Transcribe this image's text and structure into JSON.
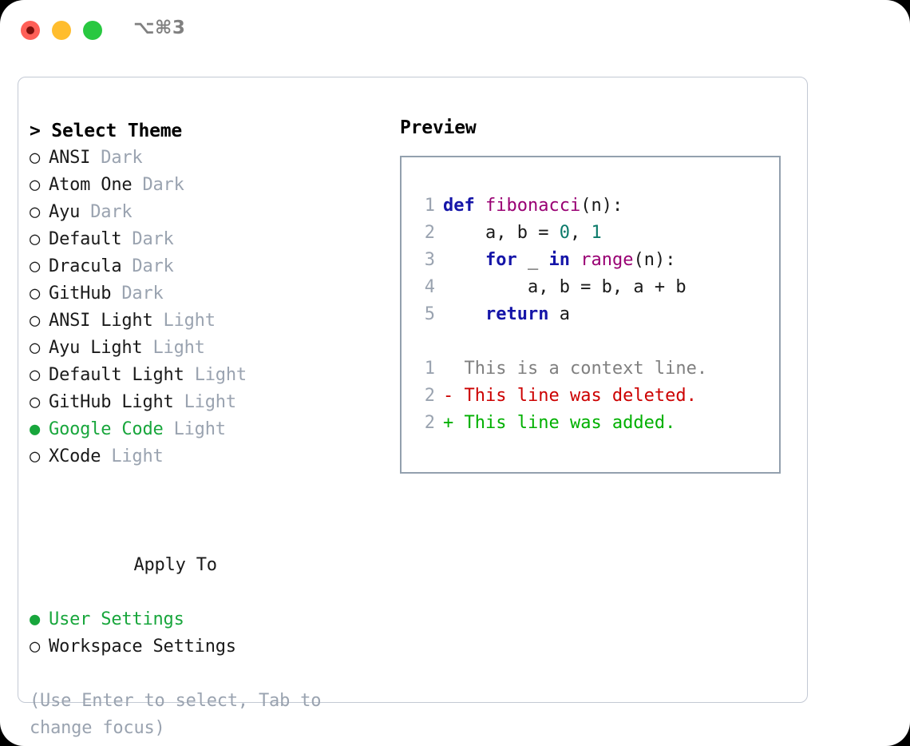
{
  "titlebar": {
    "shortcut": "⌥⌘3",
    "lights": [
      {
        "name": "close",
        "color": "#ff5f57"
      },
      {
        "name": "minimize",
        "color": "#ffbd2e"
      },
      {
        "name": "maximize",
        "color": "#28c840"
      }
    ]
  },
  "theme_picker": {
    "heading": "> Select Theme",
    "marker_selected": "●",
    "marker_unselected": "○",
    "accent_color": "#18a63c",
    "muted_color": "#9aa3b0",
    "options": [
      {
        "label": "ANSI",
        "variant": "Dark",
        "selected": false
      },
      {
        "label": "Atom One",
        "variant": "Dark",
        "selected": false
      },
      {
        "label": "Ayu",
        "variant": "Dark",
        "selected": false
      },
      {
        "label": "Default",
        "variant": "Dark",
        "selected": false
      },
      {
        "label": "Dracula",
        "variant": "Dark",
        "selected": false
      },
      {
        "label": "GitHub",
        "variant": "Dark",
        "selected": false
      },
      {
        "label": "ANSI Light",
        "variant": "Light",
        "selected": false
      },
      {
        "label": "Ayu Light",
        "variant": "Light",
        "selected": false
      },
      {
        "label": "Default Light",
        "variant": "Light",
        "selected": false
      },
      {
        "label": "GitHub Light",
        "variant": "Light",
        "selected": false
      },
      {
        "label": "Google Code",
        "variant": "Light",
        "selected": true
      },
      {
        "label": "XCode",
        "variant": "Light",
        "selected": false
      }
    ]
  },
  "apply_to": {
    "heading": "Apply To",
    "options": [
      {
        "label": "User Settings",
        "selected": true
      },
      {
        "label": "Workspace Settings",
        "selected": false
      }
    ]
  },
  "hint": "(Use Enter to select, Tab to change focus)",
  "preview": {
    "heading": "Preview",
    "code_lines": [
      {
        "number": "1",
        "tokens": [
          {
            "text": "def ",
            "kind": "kw"
          },
          {
            "text": "fibonacci",
            "kind": "fn"
          },
          {
            "text": "(n):",
            "kind": "plain"
          }
        ]
      },
      {
        "number": "2",
        "tokens": [
          {
            "text": "    a, b = ",
            "kind": "plain"
          },
          {
            "text": "0",
            "kind": "num"
          },
          {
            "text": ", ",
            "kind": "plain"
          },
          {
            "text": "1",
            "kind": "num"
          }
        ]
      },
      {
        "number": "3",
        "tokens": [
          {
            "text": "    ",
            "kind": "plain"
          },
          {
            "text": "for",
            "kind": "kw"
          },
          {
            "text": " _ ",
            "kind": "plain"
          },
          {
            "text": "in",
            "kind": "kw"
          },
          {
            "text": " ",
            "kind": "plain"
          },
          {
            "text": "range",
            "kind": "fn"
          },
          {
            "text": "(n):",
            "kind": "plain"
          }
        ]
      },
      {
        "number": "4",
        "tokens": [
          {
            "text": "        a, b = b, a + b",
            "kind": "plain"
          }
        ]
      },
      {
        "number": "5",
        "tokens": [
          {
            "text": "    ",
            "kind": "plain"
          },
          {
            "text": "return",
            "kind": "kw"
          },
          {
            "text": " a",
            "kind": "plain"
          }
        ]
      }
    ],
    "diff_lines": [
      {
        "number": "1",
        "prefix": "  ",
        "text": "This is a context line.",
        "kind": "ctx"
      },
      {
        "number": "2",
        "prefix": "- ",
        "text": "This line was deleted.",
        "kind": "del"
      },
      {
        "number": "2",
        "prefix": "+ ",
        "text": "This line was added.",
        "kind": "add"
      }
    ],
    "colors": {
      "keyword": "#1515a8",
      "function": "#990073",
      "number": "#0b7a6a",
      "context": "#808080",
      "deleted": "#cc0000",
      "added": "#00b000",
      "line_number": "#9aa3b0",
      "border": "#93a0ae"
    }
  }
}
